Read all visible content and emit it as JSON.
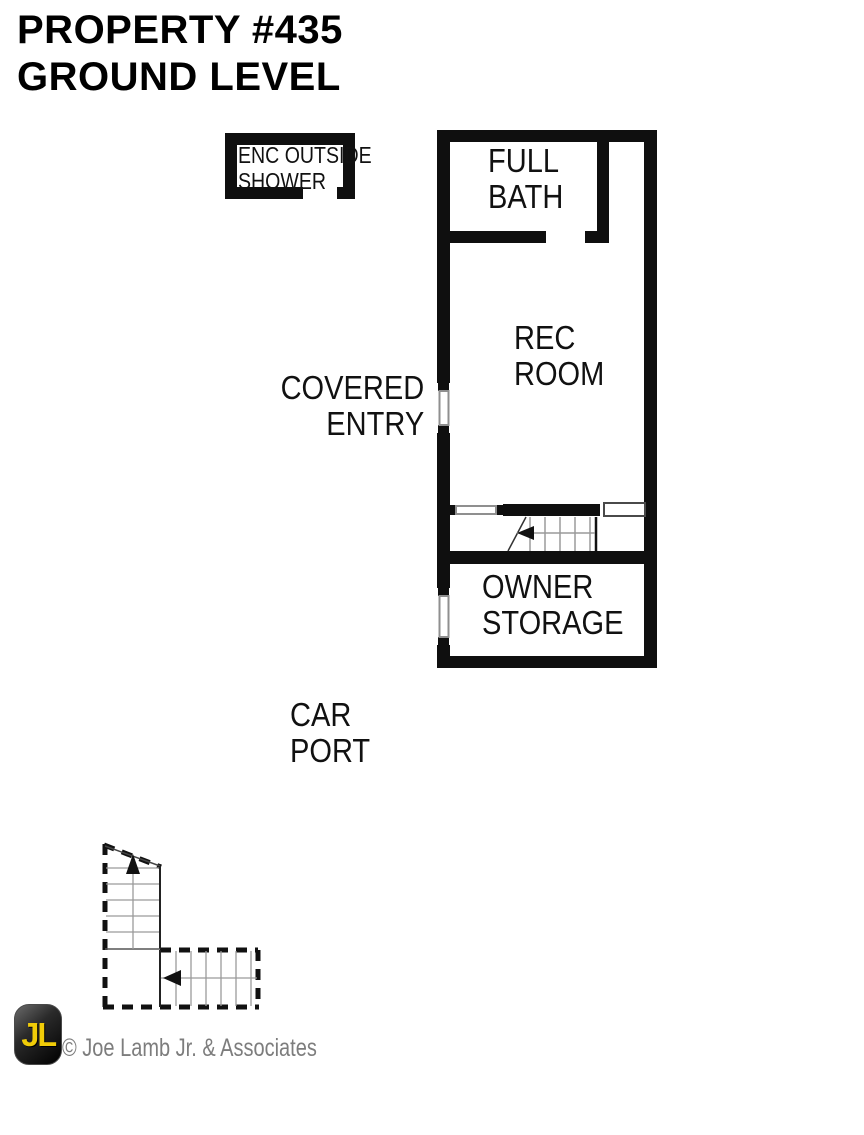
{
  "title": {
    "line1": "PROPERTY #435",
    "line2": "GROUND LEVEL"
  },
  "floor_plan": {
    "areas": {
      "enc_outside_shower": {
        "line1": "ENC OUTSIDE",
        "line2": "SHOWER"
      },
      "full_bath": {
        "line1": "FULL",
        "line2": "BATH"
      },
      "rec_room": {
        "line1": "REC",
        "line2": "ROOM"
      },
      "covered_entry": {
        "line1": "COVERED",
        "line2": "ENTRY"
      },
      "owner_storage": {
        "line1": "OWNER",
        "line2": "STORAGE"
      },
      "car_port": {
        "line1": "CAR",
        "line2": "PORT"
      }
    }
  },
  "footer": {
    "logo_text": "JL",
    "copyright": "© Joe Lamb Jr. & Associates"
  },
  "colors": {
    "wall": "#0f0f0f",
    "window_frame": "#8f8f8f",
    "door_frame": "#4a4a4a",
    "stair_line": "#9a9a9a",
    "dashed_outline": "#111111",
    "logo_background": "#1c1c1c",
    "logo_yellow": "#f1cc08",
    "copyright_gray": "#7d7d7d"
  }
}
